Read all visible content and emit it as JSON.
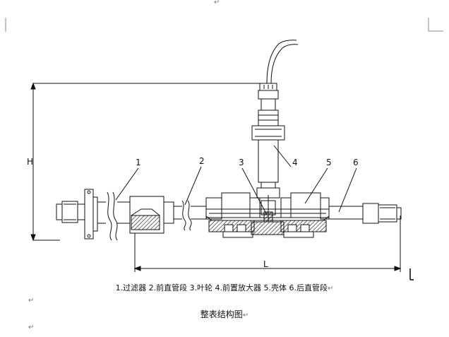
{
  "diagram": {
    "callouts": [
      "1",
      "2",
      "3",
      "4",
      "5",
      "6"
    ],
    "dimension_h": "H",
    "dimension_l": "L",
    "parts_caption": "1.过滤器 2.前直管段 3.叶轮 4.前置放大器 5.壳体 6.后直管段",
    "title": "整表结构图"
  },
  "editor_marks": {
    "paragraph_mark": "↵"
  }
}
